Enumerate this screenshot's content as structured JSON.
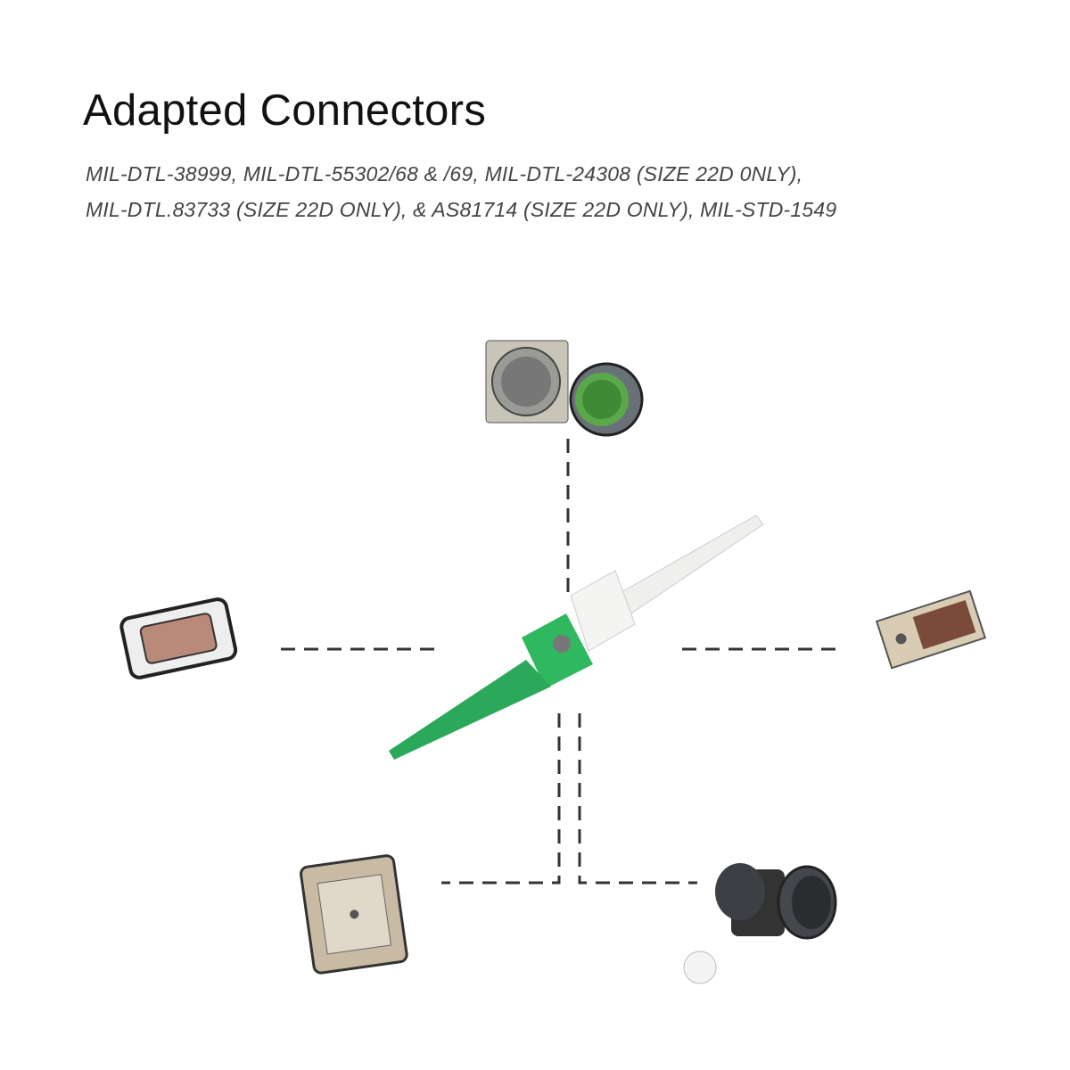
{
  "header": {
    "title": "Adapted Connectors",
    "standards_line1": "MIL-DTL-38999, MIL-DTL-55302/68 & /69, MIL-DTL-24308 (SIZE 22D 0NLY),",
    "standards_line2": "MIL-DTL.83733 (SIZE 22D ONLY), & AS81714 (SIZE 22D ONLY), MIL-STD-1549"
  },
  "colors": {
    "tool_green": "#22b05a",
    "tool_white": "#f2f2f0",
    "dash": "#333333"
  },
  "diagram": {
    "center": "pin-removal-tool",
    "connectors": [
      "circular-connector-pair",
      "d-sub-connector",
      "rectangular-connector",
      "square-flange-connector",
      "circular-bayonet-connector"
    ]
  }
}
